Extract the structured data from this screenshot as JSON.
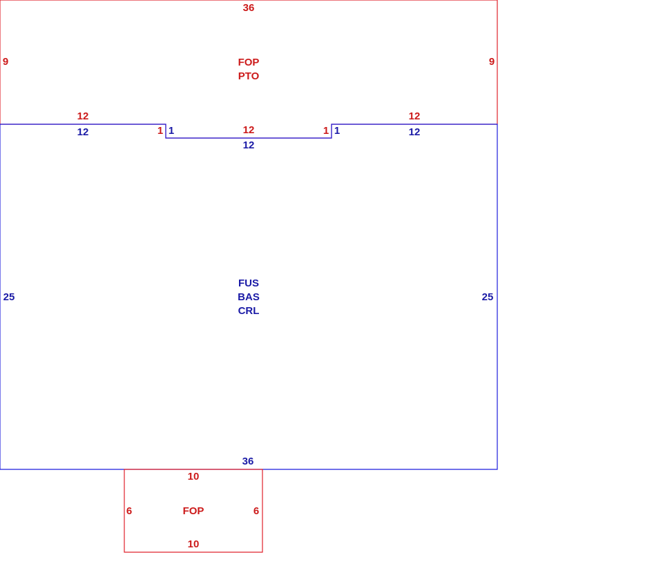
{
  "colors": {
    "red": "#cc1a1a",
    "blue": "#1a1aa6",
    "red_line": "#e0202a",
    "blue_line": "#1a1add"
  },
  "upper_area": {
    "label_line1": "FOP",
    "label_line2": "PTO",
    "top": "36",
    "left": "9",
    "right": "9",
    "bottom_left": "12",
    "notch_left": "1",
    "notch_bottom": "12",
    "notch_right": "1",
    "bottom_right": "12"
  },
  "main_area": {
    "label_line1": "FUS",
    "label_line2": "BAS",
    "label_line3": "CRL",
    "top_left": "12",
    "notch_left": "1",
    "notch_bottom": "12",
    "notch_right": "1",
    "top_right": "12",
    "left": "25",
    "right": "25",
    "bottom": "36"
  },
  "lower_area": {
    "label": "FOP",
    "top": "10",
    "left": "6",
    "right": "6",
    "bottom": "10"
  }
}
